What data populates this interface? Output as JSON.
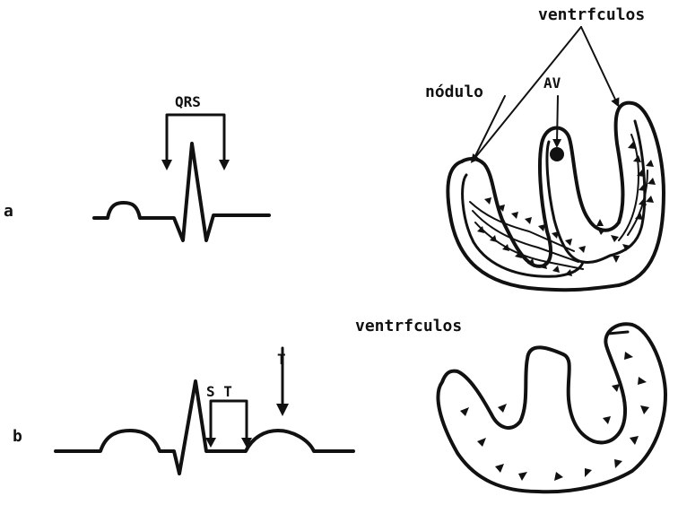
{
  "labels": {
    "row_a": "a",
    "row_b": "b",
    "qrs": "QRS",
    "st": "S T",
    "t_wave": "T",
    "ventricles_top": "ventrfculos",
    "node": "nódulo",
    "av": "AV",
    "ventricles_bottom": "ventrfculos"
  }
}
